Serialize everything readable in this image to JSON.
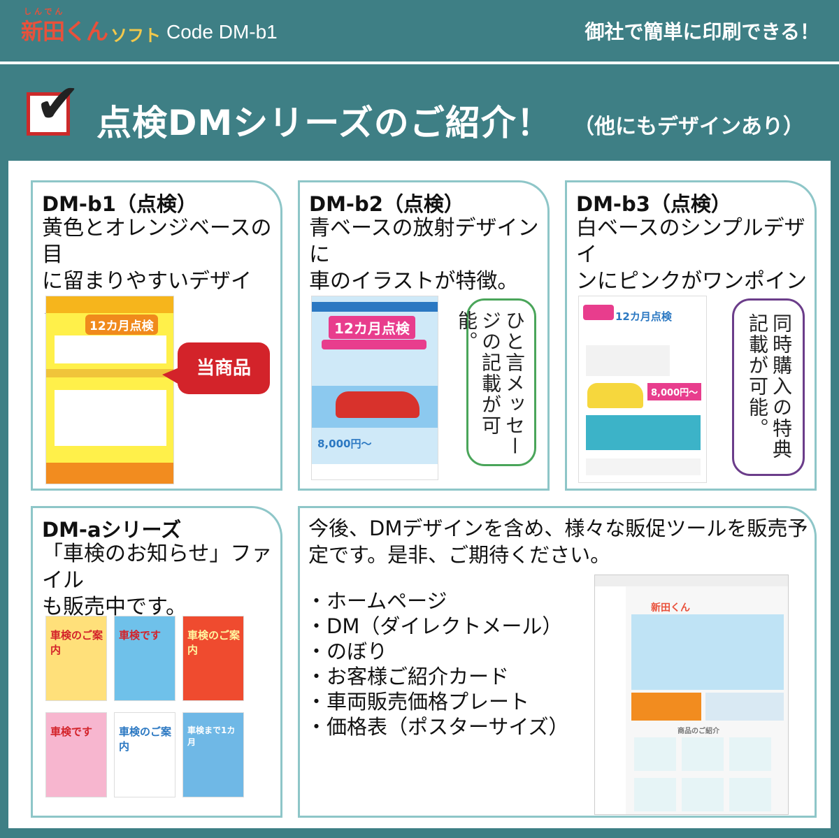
{
  "header": {
    "logo_text": "新田くん",
    "logo_ruby": "しんでん",
    "logo_sub": "ソフト",
    "code": "Code  DM-b1",
    "slogan": "御社で簡単に印刷できる！"
  },
  "title": {
    "main": "点検DMシリーズのご紹介！",
    "note": "（他にもデザインあり）"
  },
  "cards": [
    {
      "name": "DM-b1（点検）",
      "desc": "黄色とオレンジベースの目\nに留まりやすいデザイン。",
      "badge": "当商品"
    },
    {
      "name": "DM-b2（点検）",
      "desc": "青ベースの放射デザインに\n車のイラストが特徴。",
      "note": "ひと言メッセージの記載が可能。"
    },
    {
      "name": "DM-b3（点検）",
      "desc": "白ベースのシンプルデザイ\nンにピンクがワンポイント。",
      "note": "同時購入の特典記載が可能。"
    },
    {
      "name": "DM-aシリーズ",
      "desc": "「車検のお知らせ」ファイル\nも販売中です。"
    }
  ],
  "future": {
    "text": "今後、DMデザインを含め、様々な販促ツールを販売予\n定です。是非、ご期待ください。",
    "items": [
      "・ホームページ",
      "・DM（ダイレクトメール）",
      "・のぼり",
      "・お客様ご紹介カード",
      "・車両販売価格プレート",
      "・価格表（ポスターサイズ）"
    ]
  },
  "posters": {
    "b1_title": "12カ月点検",
    "b2_title": "12カ月点検",
    "b2_price": "8,000円～",
    "b3_title": "12カ月点検",
    "b3_price": "8,000円～",
    "a1": "車検のご案内",
    "a2": "車検です",
    "a3": "車検のご案内",
    "a4": "車検のご案内",
    "a5": "車検です",
    "a6": "車検まで1カ月"
  },
  "site": {
    "brand": "新田くん",
    "section": "商品のご紹介"
  },
  "colors": {
    "teal": "#3e7f85",
    "border": "#8ec6c8",
    "red": "#d3232a",
    "green_note": "#4aa55a",
    "purple_note": "#6b3d8a"
  }
}
